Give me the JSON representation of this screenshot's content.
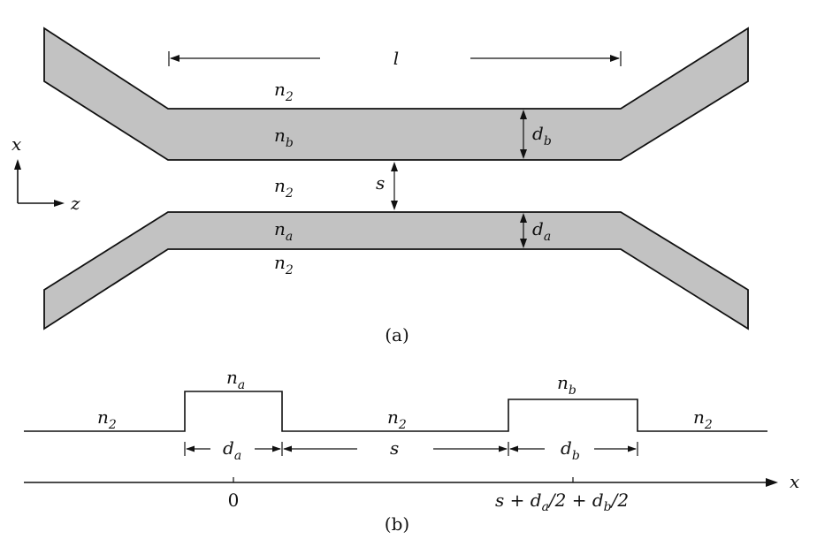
{
  "diagram": {
    "part_a": {
      "caption": "(a)",
      "length_label": "l",
      "cladding_top": {
        "base": "n",
        "sub": "2"
      },
      "core_b": {
        "base": "n",
        "sub": "b"
      },
      "gap": {
        "base": "n",
        "sub": "2"
      },
      "core_a": {
        "base": "n",
        "sub": "a"
      },
      "cladding_bottom": {
        "base": "n",
        "sub": "2"
      },
      "thickness_b": {
        "base": "d",
        "sub": "b"
      },
      "thickness_a": {
        "base": "d",
        "sub": "a"
      },
      "separation": "s",
      "axis_x": "x",
      "axis_z": "z"
    },
    "part_b": {
      "caption": "(b)",
      "left_region": {
        "base": "n",
        "sub": "2"
      },
      "core_a": {
        "base": "n",
        "sub": "a"
      },
      "middle_region": {
        "base": "n",
        "sub": "2"
      },
      "core_b": {
        "base": "n",
        "sub": "b"
      },
      "right_region": {
        "base": "n",
        "sub": "2"
      },
      "width_a": {
        "base": "d",
        "sub": "a"
      },
      "separation": "s",
      "width_b": {
        "base": "d",
        "sub": "b"
      },
      "axis_label": "x",
      "tick_origin": "0",
      "tick_center_b": {
        "p1": "s + ",
        "b1": "d",
        "s1": "a",
        "p2": "/2 + ",
        "b2": "d",
        "s2": "b",
        "p3": "/2"
      }
    }
  }
}
